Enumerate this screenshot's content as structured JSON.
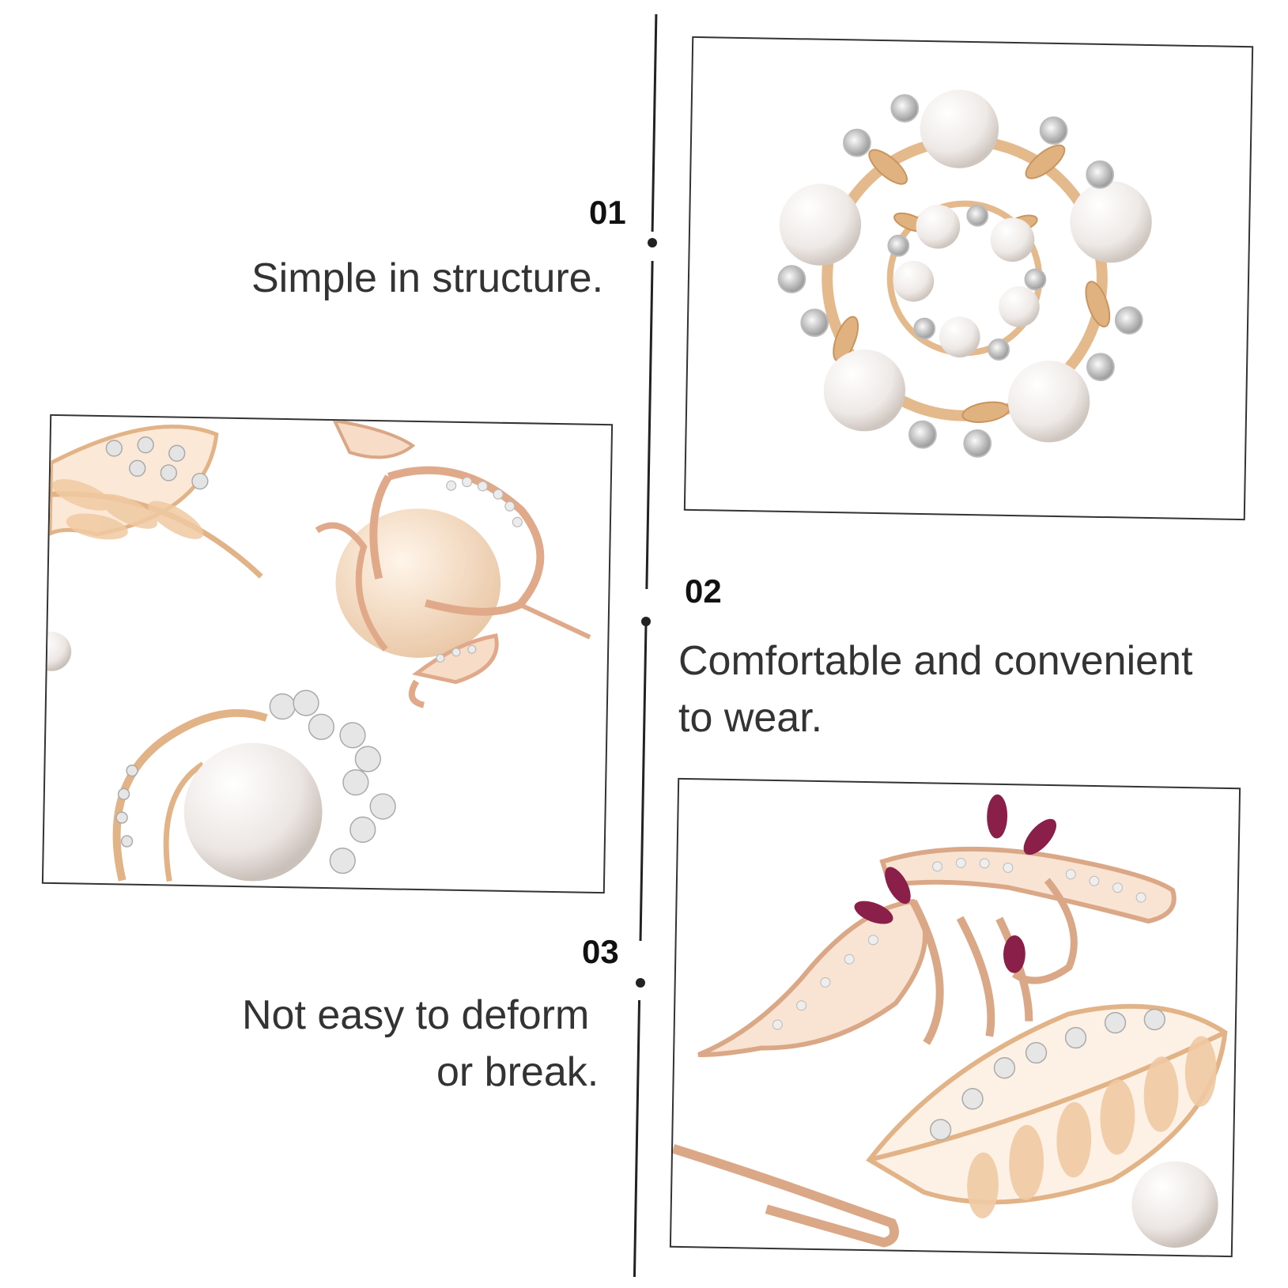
{
  "features": [
    {
      "number": "01",
      "text": "Simple in structure."
    },
    {
      "number": "02",
      "text_line1": "Comfortable and convenient",
      "text_line2": "to wear."
    },
    {
      "number": "03",
      "text_line1": "Not easy to deform",
      "text_line2": "or break."
    }
  ],
  "colors": {
    "gold": "#e4b98c",
    "pearl": "#f3efec",
    "opal": "#f2d4b8",
    "crystal": "#dcdcdc",
    "ruby": "#8a1f4a",
    "line": "#222222"
  },
  "photos": [
    {
      "subject": "pearl-wreath-brooch"
    },
    {
      "subject": "rose-gold-tulip-brooches"
    },
    {
      "subject": "rhinestone-leaf-brooches"
    }
  ]
}
